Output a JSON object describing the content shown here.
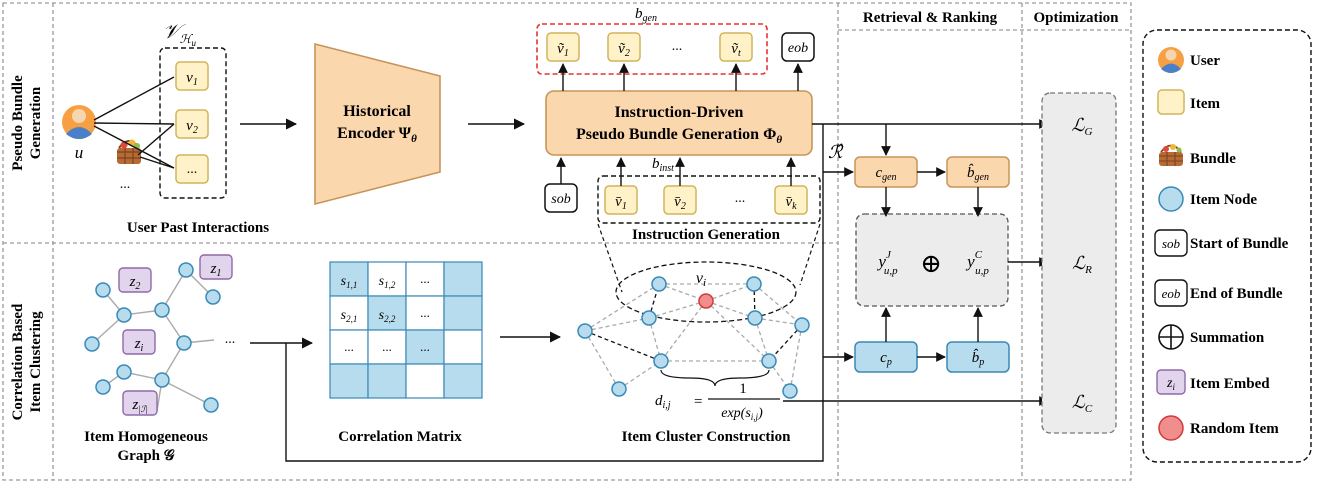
{
  "sections": {
    "retrieval": "Retrieval & Ranking",
    "optimization": "Optimization",
    "pseudo_line1": "Pseudo Bundle",
    "pseudo_line2": "Generation",
    "corr_line1": "Correlation Based",
    "corr_line2": "Item Clustering"
  },
  "top": {
    "vh_label": "𝒱",
    "vh_sub": "ℋ",
    "vh_subsub": "u",
    "user_label": "u",
    "items": [
      "v",
      "v",
      "..."
    ],
    "item_subs": [
      "1",
      "2",
      ""
    ],
    "dots": "...",
    "user_past": "User Past Interactions",
    "encoder_line1": "Historical",
    "encoder_line2": "Encoder Ψ",
    "encoder_sub": "θ",
    "gen_line1": "Instruction-Driven",
    "gen_line2": "Pseudo Bundle Generation Φ",
    "gen_sub": "θ",
    "b_gen": "b",
    "b_gen_sub": "gen",
    "out_items": [
      "ṽ",
      "ṽ",
      "...",
      "ṽ"
    ],
    "out_subs": [
      "1",
      "2",
      "",
      "t"
    ],
    "eob": "eob",
    "sob": "sob",
    "b_inst": "b",
    "b_inst_sub": "inst",
    "in_items": [
      "v̄",
      "v̄",
      "...",
      "v̄"
    ],
    "in_subs": [
      "1",
      "2",
      "",
      "k"
    ],
    "instr_gen": "Instruction Generation",
    "r_hat": "ℛ̂"
  },
  "bottom": {
    "graph_label1": "Item Homogeneous",
    "graph_label2": "Graph 𝒢",
    "z_labels": [
      "z",
      "z",
      "z",
      "z"
    ],
    "z_subs": [
      "2",
      "1",
      "i",
      "|ℐ|"
    ],
    "dots": "...",
    "matrix_label": "Correlation Matrix",
    "matrix_cells": [
      "s",
      "s",
      "...",
      "s",
      "s",
      "...",
      "...",
      "...",
      "..."
    ],
    "matrix_subs": [
      "1,1",
      "1,2",
      "",
      "2,1",
      "2,2",
      "",
      "",
      "",
      ""
    ],
    "cluster_label": "Item Cluster Construction",
    "vi": "v",
    "vi_sub": "i",
    "d_label": "d",
    "d_sub": "i,j",
    "d_eq": "=",
    "d_num": "1",
    "d_den": "exp(s",
    "d_den_sub": "i,j",
    "d_den_close": ")"
  },
  "ranking": {
    "c_gen": "c",
    "c_gen_sub": "gen",
    "b_gen_hat": "b̂",
    "b_gen_hat_sub": "gen",
    "c_p": "c",
    "c_p_sub": "p",
    "b_p_hat": "b̂",
    "b_p_hat_sub": "p",
    "yj": "y",
    "yj_sup": "J",
    "yj_sub": "u,p",
    "yc": "y",
    "yc_sup": "C",
    "yc_sub": "u,p",
    "plus": "⊕"
  },
  "losses": {
    "lg": "ℒ",
    "lg_sub": "G",
    "lr": "ℒ",
    "lr_sub": "R",
    "lc": "ℒ",
    "lc_sub": "C"
  },
  "legend": [
    {
      "label": "User",
      "icon": "user-icon"
    },
    {
      "label": "Item",
      "icon": "item-icon"
    },
    {
      "label": "Bundle",
      "icon": "bundle-icon"
    },
    {
      "label": "Item Node",
      "icon": "item-node-icon"
    },
    {
      "label": "Start of Bundle",
      "icon": "sob-icon",
      "tag": "sob"
    },
    {
      "label": "End of Bundle",
      "icon": "eob-icon",
      "tag": "eob"
    },
    {
      "label": "Summation",
      "icon": "summation-icon"
    },
    {
      "label": "Item Embed",
      "icon": "item-embed-icon",
      "tag": "z",
      "tag_sub": "i"
    },
    {
      "label": "Random Item",
      "icon": "random-item-icon"
    }
  ],
  "colors": {
    "orange_fill": "#fbd7ad",
    "orange_stroke": "#c7955a",
    "item_fill": "#fff2c8",
    "item_stroke": "#d2b45a",
    "node_fill": "#b7dcee",
    "node_stroke": "#3a89b7",
    "embed_fill": "#e2d4ec",
    "embed_stroke": "#8e6aa9",
    "red_dash": "#e8342e",
    "random_fill": "#f08d8d",
    "gray_fill": "#ececec"
  }
}
